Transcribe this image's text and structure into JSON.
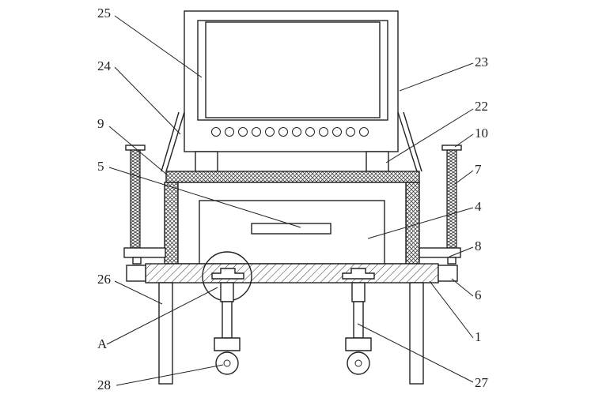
{
  "labels": {
    "l25": "25",
    "l24": "24",
    "l9": "9",
    "l5": "5",
    "l26": "26",
    "lA": "A",
    "l28": "28",
    "l23": "23",
    "l22": "22",
    "l10": "10",
    "l7": "7",
    "l4": "4",
    "l8": "8",
    "l6": "6",
    "l1": "1",
    "l27": "27"
  }
}
